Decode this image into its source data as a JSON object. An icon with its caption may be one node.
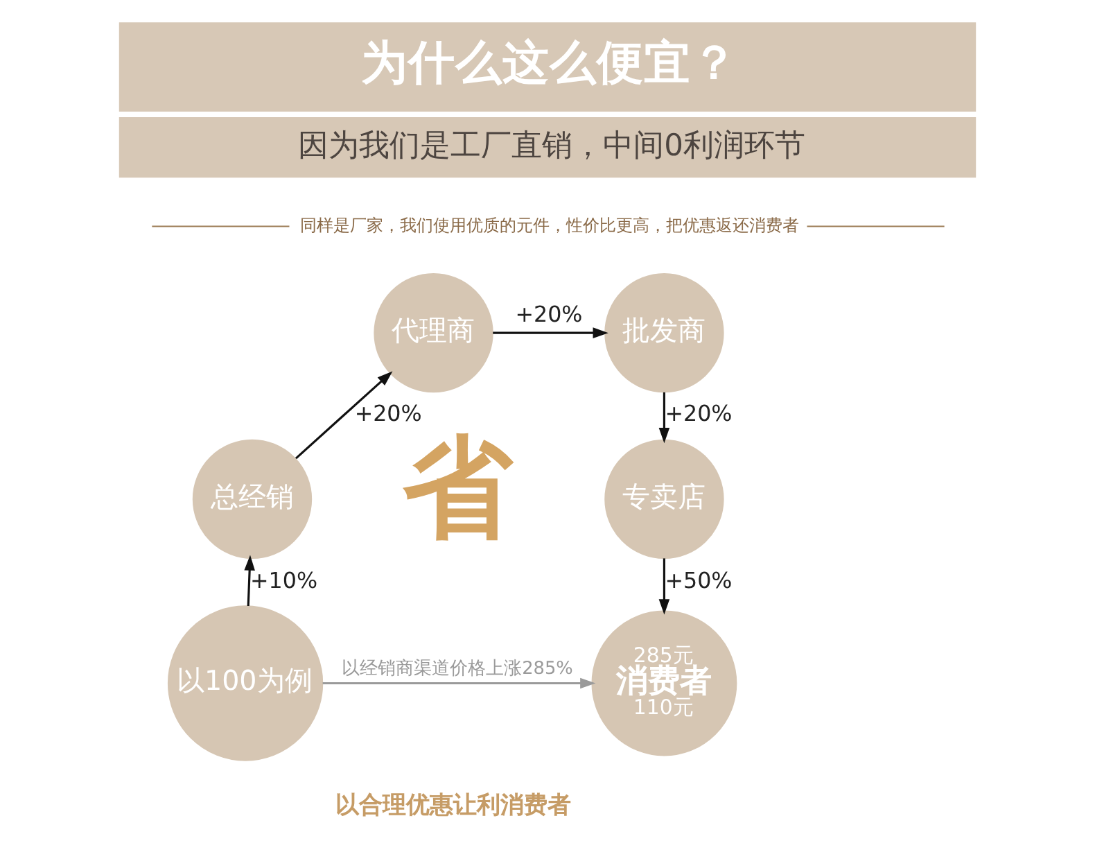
{
  "diagram": {
    "title": "为什么这么便宜？",
    "nodes": [
      {
        "text": [
          "以100为例"
        ]
      },
      {
        "text": [
          "总经销"
        ]
      },
      {
        "text": [
          "代理商"
        ]
      },
      {
        "text": [
          "批发商"
        ]
      },
      {
        "text": [
          "专卖店"
        ]
      },
      {
        "text": [
          "285元",
          "消费者",
          "110元"
        ]
      }
    ],
    "edges": [
      {
        "from": 0,
        "to": 1,
        "arrow": "to",
        "label": "+10%"
      },
      {
        "from": 1,
        "to": 2,
        "arrow": "to",
        "label": "+20%"
      },
      {
        "from": 2,
        "to": 3,
        "arrow": "to",
        "label": "+20%"
      },
      {
        "from": 3,
        "to": 4,
        "arrow": "to",
        "label": "+20%"
      },
      {
        "from": 4,
        "to": 5,
        "arrow": "to",
        "label": "+50%"
      },
      {
        "from": 0,
        "to": 5,
        "arrow": "to",
        "label": "以经销商渠道价格上涨285%",
        "color": "#9a9a9a"
      }
    ],
    "labels": [
      "因为我们是工厂直销，中间0利润环节",
      "同样是厂家，我们使用优质的元件，性价比更高，把优惠返还消费者",
      "省",
      "以合理优惠让利消费者"
    ]
  }
}
